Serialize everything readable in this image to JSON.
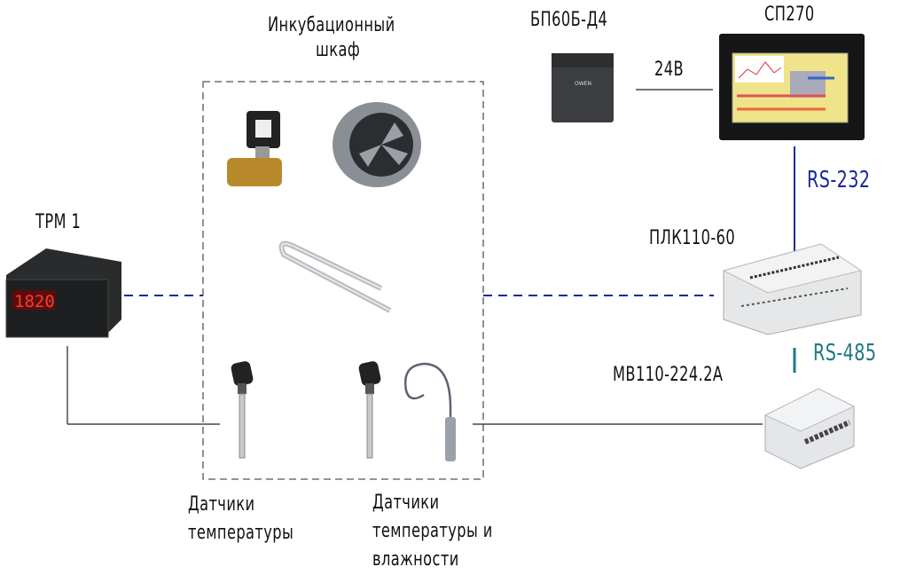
{
  "labels": {
    "cabinet": [
      "Инкубационный",
      "шкаф"
    ],
    "power_supply": "БП60Б-Д4",
    "voltage": "24В",
    "panel": "СП270",
    "rs232": "RS-232",
    "plc": "ПЛК110-60",
    "rs485": "RS-485",
    "module": "МВ110-224.2А",
    "trm": "ТРМ 1",
    "temp_sensors": [
      "Датчики",
      "температуры"
    ],
    "temp_hum_sensors": [
      "Датчики",
      "температуры и",
      "влажности"
    ]
  },
  "trm_display": "1820",
  "colors": {
    "rs232": "#1a2a9c",
    "rs485": "#1e7a82",
    "dashed": "#1a2a9c"
  }
}
